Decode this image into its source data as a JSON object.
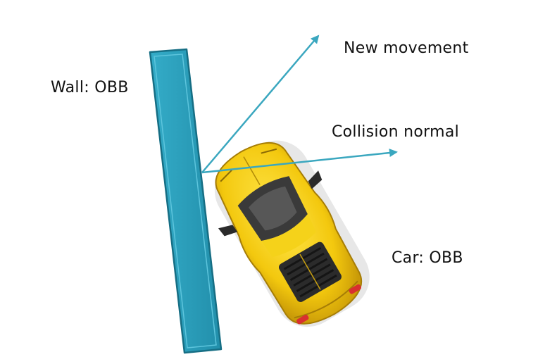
{
  "labels": {
    "wall": "Wall: OBB",
    "new_movement": "New movement",
    "collision_normal": "Collision normal",
    "car": "Car: OBB"
  },
  "colors": {
    "wall_fill": "#2a9fbd",
    "wall_stroke": "#166e84",
    "arrow": "#3aa7bf",
    "car_body": "#f2cc12",
    "car_glass": "#3a3a3a",
    "tail_light": "#d83030"
  }
}
